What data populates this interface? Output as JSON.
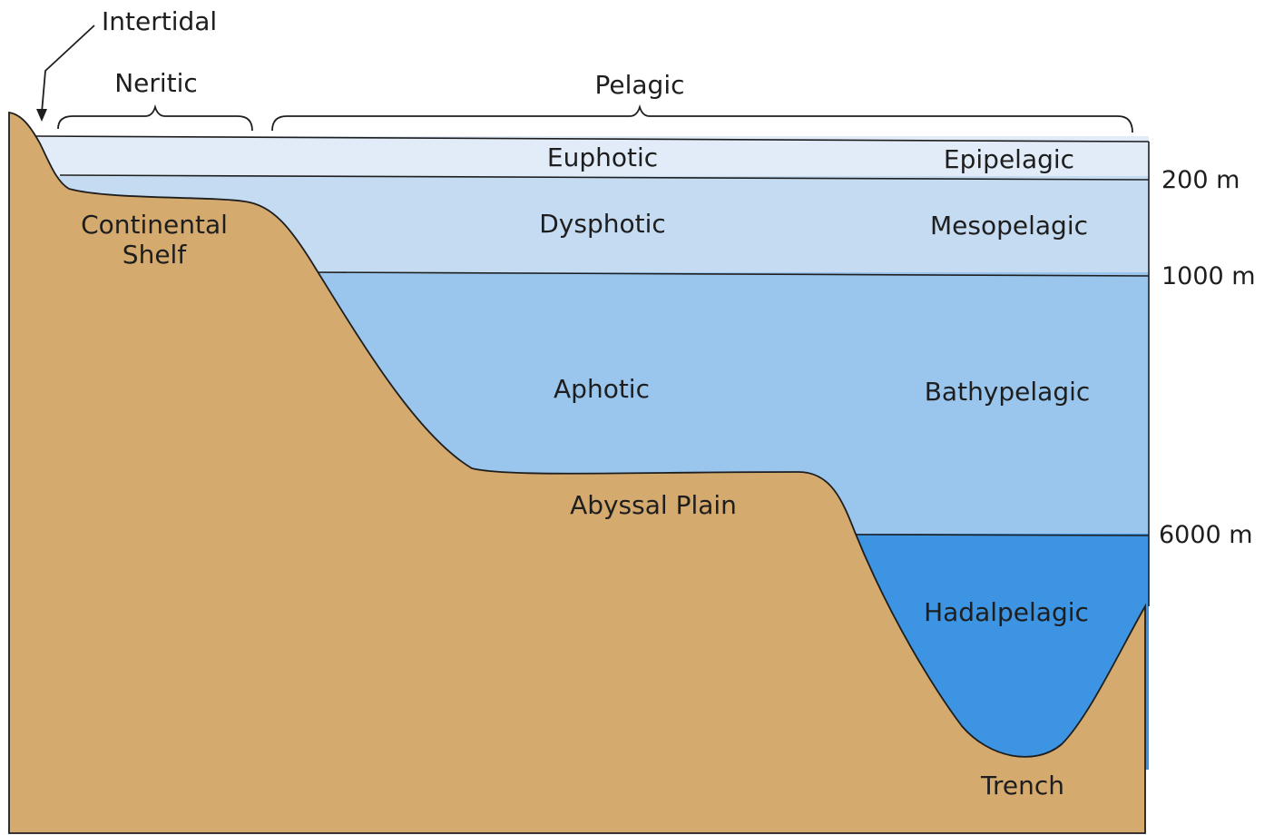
{
  "labels": {
    "intertidal": "Intertidal",
    "neritic": "Neritic",
    "pelagic": "Pelagic",
    "continental_shelf_line1": "Continental",
    "continental_shelf_line2": "Shelf",
    "abyssal_plain": "Abyssal Plain",
    "trench": "Trench"
  },
  "light_zones": {
    "euphotic": "Euphotic",
    "dysphotic": "Dysphotic",
    "aphotic": "Aphotic"
  },
  "pelagic_zones": {
    "epipelagic": "Epipelagic",
    "mesopelagic": "Mesopelagic",
    "bathypelagic": "Bathypelagic",
    "hadalpelagic": "Hadalpelagic"
  },
  "depth_markers": {
    "d200": "200 m",
    "d1000": "1000 m",
    "d6000": "6000 m"
  },
  "colors": {
    "land": "#d5aa6e",
    "euphotic_water": "#e1ecf8",
    "dysphotic_water": "#c4dbf2",
    "aphotic_water": "#9ac6ee",
    "hadal_water": "#3d94e3",
    "outline": "#1e1e1e"
  }
}
